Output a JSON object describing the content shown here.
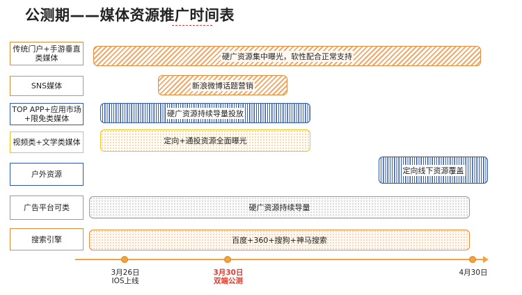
{
  "title": "公测期——媒体资源推广时间表",
  "rows": [
    {
      "label": "传统门户+手游垂直类媒体",
      "bar": "硬广资源集中曝光，软性配合正常支持"
    },
    {
      "label": "SNS媒体",
      "bar": "新浪微博话题营销"
    },
    {
      "label": "TOP APP+应用市场+限免类媒体",
      "bar": "硬广资源持续导量投放"
    },
    {
      "label": "视频类+文学类媒体",
      "bar": "定向+通投资源全面曝光"
    },
    {
      "label": "户外资源",
      "bar": "定向线下资源覆盖"
    },
    {
      "label": "广告平台可类",
      "bar": "硬广资源持续导量"
    },
    {
      "label": "搜索引擎",
      "bar": "百度+360+搜狗+神马搜索"
    }
  ],
  "timeline": [
    {
      "line1": "3月26日",
      "line2": "IOS上线",
      "highlight": false
    },
    {
      "line1": "3月30日",
      "line2": "双端公测",
      "highlight": true
    },
    {
      "line1": "4月30日",
      "line2": "",
      "highlight": false
    }
  ],
  "colors": {
    "orange": "#e9893a",
    "blue": "#2f58a8",
    "yellow": "#f2c21b",
    "grey": "#9a9a9a",
    "highlight_red": "#e23a2a"
  }
}
